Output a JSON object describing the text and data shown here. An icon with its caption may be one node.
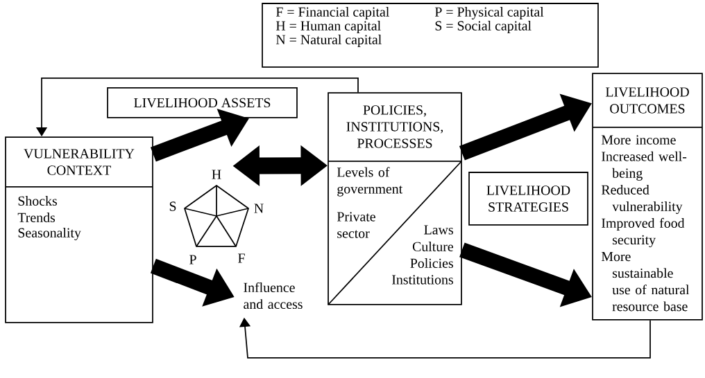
{
  "diagram": {
    "nodes": [
      {
        "text": [
          "F = Financial capital",
          "P = Physical capital",
          "H = Human capital",
          "S = Social capital",
          "N = Natural capital"
        ]
      },
      {
        "text": [
          "LIVELIHOOD ASSETS"
        ]
      },
      {
        "text": [
          "VULNERABILITY CONTEXT",
          "Shocks",
          "Trends",
          "Seasonality"
        ]
      },
      {
        "text": [
          "H",
          "S",
          "N",
          "P",
          "F"
        ]
      },
      {
        "text": [
          "POLICIES, INSTITUTIONS, PROCESSES",
          "Levels of government",
          "Private sector",
          "Laws",
          "Culture",
          "Policies",
          "Institutions"
        ]
      },
      {
        "text": [
          "LIVELIHOOD STRATEGIES"
        ]
      },
      {
        "text": [
          "LIVELIHOOD OUTCOMES",
          "More income",
          "Increased well-being",
          "Reduced vulnerability",
          "Improved food security",
          "More sustainable use of natural resource base"
        ]
      },
      {
        "text": [
          "Influence and access"
        ]
      }
    ],
    "edges": [
      {
        "from": 4,
        "to": 2,
        "arrow": "to"
      },
      {
        "from": 2,
        "to": 1,
        "arrow": "to"
      },
      {
        "from": 2,
        "to": 7,
        "arrow": "to"
      },
      {
        "from": 3,
        "to": 4,
        "arrow": "both"
      },
      {
        "from": 4,
        "to": 6,
        "arrow": "to"
      },
      {
        "from": 4,
        "to": 6,
        "arrow": "to"
      },
      {
        "from": 6,
        "to": 7,
        "arrow": "to"
      }
    ]
  }
}
